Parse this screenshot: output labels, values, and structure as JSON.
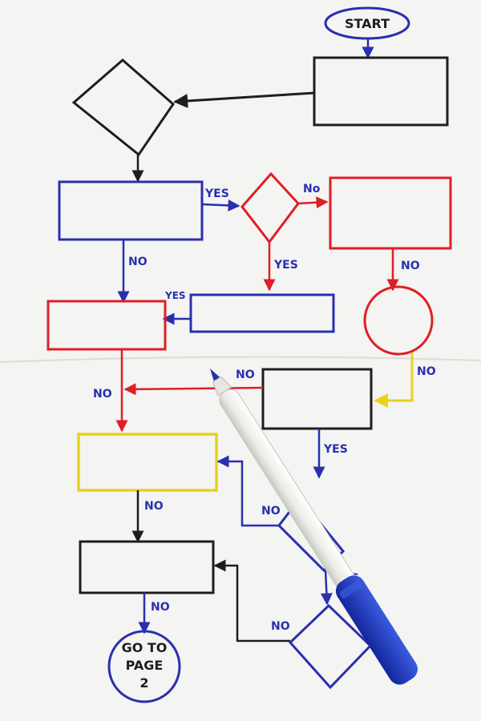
{
  "colors": {
    "paper": "#f4f4f2",
    "black": "#1e1e1e",
    "blue": "#2a2fb0",
    "red": "#e01e26",
    "yellow": "#e8d21a",
    "pen_body": "#f7f7f5",
    "pen_cap": "#1f3fc8"
  },
  "flowchart": {
    "start_label": "START",
    "goto_line1": "GO TO",
    "goto_line2": "PAGE",
    "goto_line3": "2",
    "yes_label": "YES",
    "no_label": "NO",
    "yes_small": "YES",
    "no_small": "No"
  },
  "pen": {
    "icon": "marker-pen-icon"
  }
}
